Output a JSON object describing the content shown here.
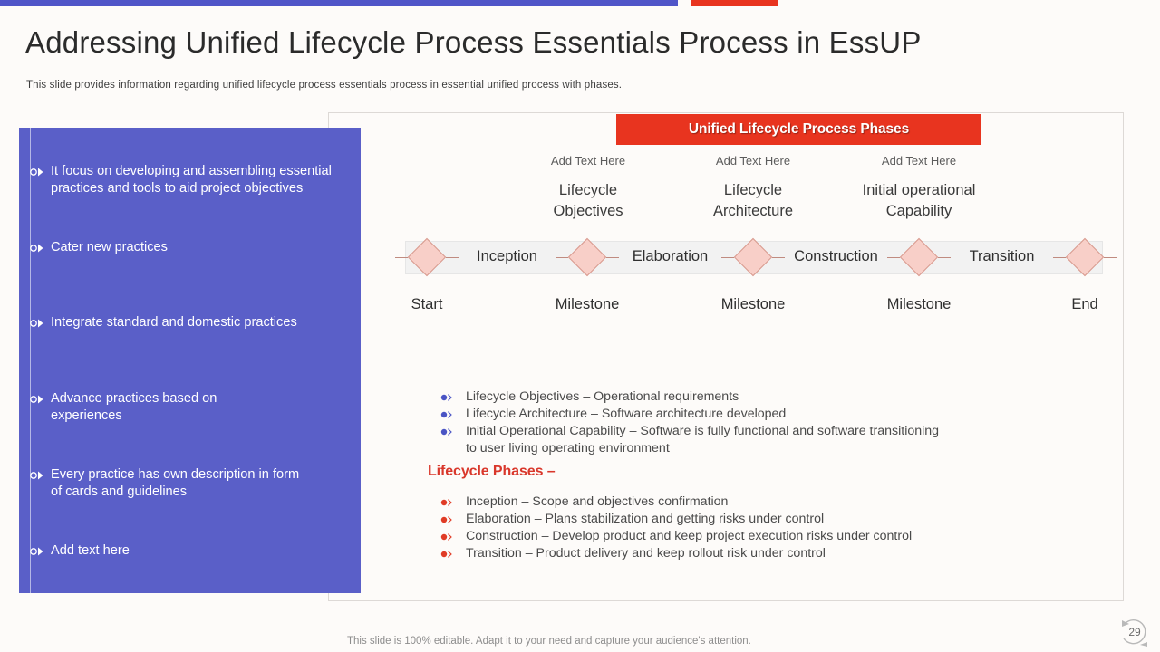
{
  "slide": {
    "title": "Addressing Unified Lifecycle Process Essentials Process in EssUP",
    "subtitle": "This slide provides information regarding unified lifecycle process essentials process in essential unified process with phases.",
    "footer_note": "This slide is 100% editable. Adapt it to your need and capture your audience's attention.",
    "page_number": "29"
  },
  "colors": {
    "accent_blue": "#5055c8",
    "accent_red": "#e8341f",
    "panel_blue": "#5a5fc8",
    "diamond_fill": "#f8cfc8",
    "diamond_stroke": "#d89a8f",
    "timeline_bar": "#f2f2f2",
    "section_head_red": "#d9372b",
    "bullet_blue": "#4a54c4",
    "bullet_red": "#e03b25",
    "background": "#fdfbf9"
  },
  "left_panel": {
    "items": [
      {
        "label": "It focus on developing and assembling essential\npractices and tools to aid project objectives"
      },
      {
        "label": "Cater new practices"
      },
      {
        "label": "Integrate standard and domestic practices"
      },
      {
        "label": "Advance practices based on\nexperiences"
      },
      {
        "label": "Every practice has own description in form\nof cards and guidelines"
      },
      {
        "label": "Add text here"
      }
    ]
  },
  "banner": {
    "title": "Unified Lifecycle Process Phases"
  },
  "captions": [
    {
      "small": "Add Text Here",
      "big": "Lifecycle\nObjectives"
    },
    {
      "small": "Add Text Here",
      "big": "Lifecycle\nArchitecture"
    },
    {
      "small": "Add Text Here",
      "big": "Initial operational\nCapability"
    }
  ],
  "timeline": {
    "phases": [
      {
        "label": "Inception"
      },
      {
        "label": "Elaboration"
      },
      {
        "label": "Construction"
      },
      {
        "label": "Transition"
      }
    ],
    "milestones": [
      {
        "label": "Start"
      },
      {
        "label": "Milestone"
      },
      {
        "label": "Milestone"
      },
      {
        "label": "Milestone"
      },
      {
        "label": "End"
      }
    ]
  },
  "bullets_top": [
    {
      "text": "Lifecycle Objectives – Operational requirements"
    },
    {
      "text": "Lifecycle Architecture – Software architecture developed"
    },
    {
      "text": "Initial Operational Capability – Software is fully functional and software transitioning\nto user living operating environment"
    }
  ],
  "section_head": "Lifecycle Phases –",
  "bullets_bottom": [
    {
      "text": "Inception – Scope and objectives confirmation"
    },
    {
      "text": "Elaboration – Plans stabilization and getting risks under control"
    },
    {
      "text": "Construction – Develop product and keep project execution risks under control"
    },
    {
      "text": "Transition – Product delivery and keep rollout risk under control"
    }
  ]
}
